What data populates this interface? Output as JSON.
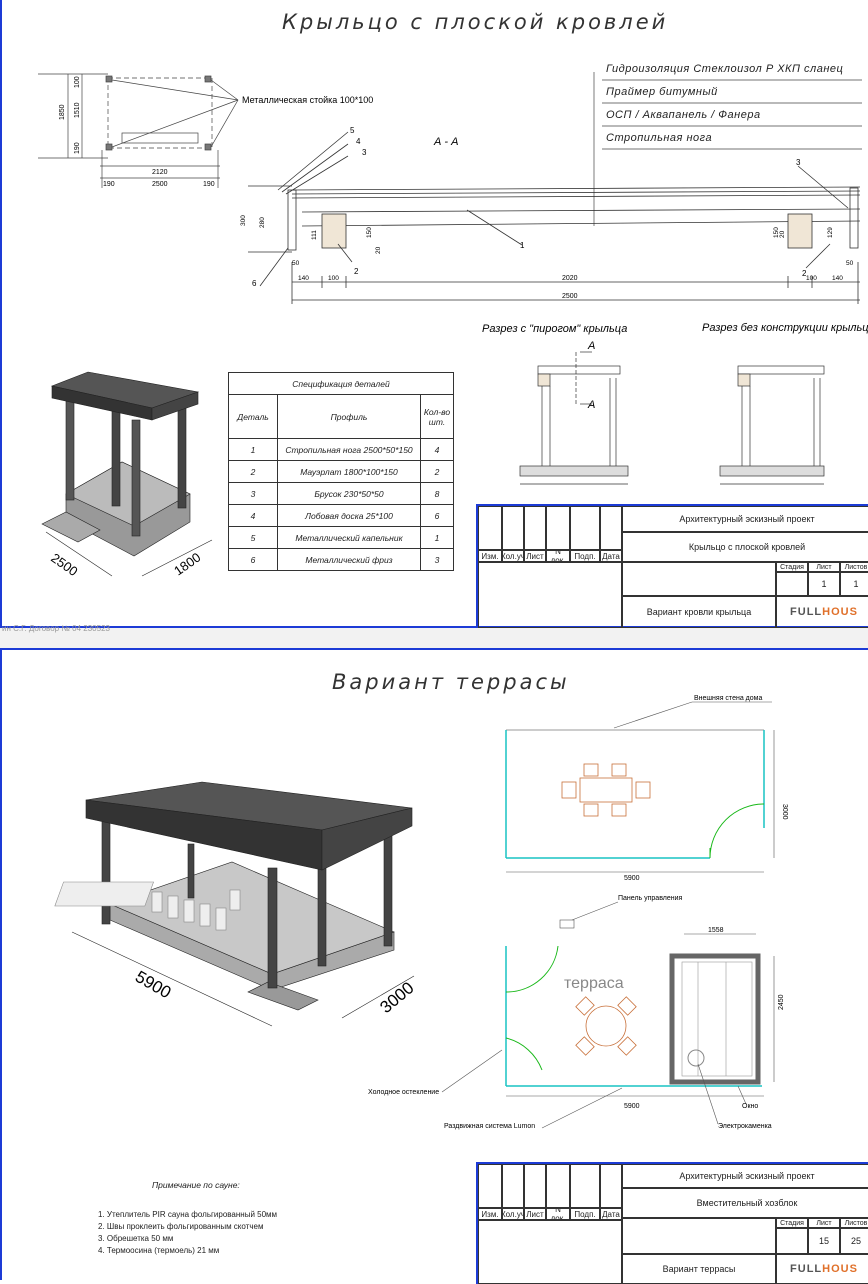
{
  "sheet1": {
    "title": "Крыльцо с плоской кровлей",
    "plan": {
      "post_label": "Металлическая стойка 100*100",
      "dims_left": [
        "1850",
        "1510",
        "100",
        "190"
      ],
      "dims_bottom": [
        "2120",
        "190",
        "2500",
        "190"
      ]
    },
    "section_label": "А - А",
    "layers": [
      "Гидроизоляция Стеклоизол Р ХКП сланец",
      "Праймер битумный",
      "ОСП / Аквапанель / Фанера",
      "Стропильная нога"
    ],
    "section_dims": {
      "bottom": [
        "50",
        "140",
        "100",
        "2020",
        "100",
        "140",
        "50",
        "2500"
      ],
      "side": [
        "300",
        "280",
        "111",
        "150",
        "20",
        "20",
        "129",
        "150"
      ],
      "callouts": [
        "1",
        "2",
        "2",
        "3",
        "3",
        "4",
        "5",
        "6"
      ]
    },
    "sub_sections": {
      "with_pie": "Разрез с \"пирогом\" крыльца",
      "without": "Разрез без конструкции крыльца",
      "mark": "А"
    },
    "iso_dims": [
      "2500",
      "1800"
    ],
    "spec": {
      "caption": "Спецификация деталей",
      "headers": [
        "Деталь",
        "Профиль",
        "Кол-во шт."
      ],
      "rows": [
        [
          "1",
          "Стропильная нога 2500*50*150",
          "4"
        ],
        [
          "2",
          "Мауэрлат 1800*100*150",
          "2"
        ],
        [
          "3",
          "Брусок 230*50*50",
          "8"
        ],
        [
          "4",
          "Лобовая доска 25*100",
          "6"
        ],
        [
          "5",
          "Металлический капельник",
          "1"
        ],
        [
          "6",
          "Металлический фриз",
          "3"
        ]
      ]
    },
    "stamp": {
      "headers": [
        "Изм.",
        "Кол.уч",
        "Лист",
        "N док.",
        "Подп.",
        "Дата"
      ],
      "project": "Архитектурный эскизный проект",
      "object": "Крыльцо с плоской кровлей",
      "stage_labels": [
        "Стадия",
        "Лист",
        "Листов"
      ],
      "stage_values": [
        "",
        "1",
        "1"
      ],
      "variant": "Вариант кровли крыльца",
      "logo_a": "FULL",
      "logo_b": "HOUS"
    },
    "contract": "ин С.Г. Договор № 04 230523"
  },
  "sheet2": {
    "title": "Вариант террасы",
    "iso_dims": [
      "5900",
      "3000"
    ],
    "plan_top": {
      "wall_label": "Внешняя стена дома",
      "width": "5900",
      "height": "3000"
    },
    "plan_bottom": {
      "panel_label": "Панель управления",
      "room_label": "терраса",
      "width": "5900",
      "sauna_w": "1558",
      "sauna_h": "2450",
      "labels": [
        "Холодное остекление",
        "Раздвижная система Lumon",
        "Окно",
        "Электрокаменка"
      ]
    },
    "note": {
      "caption": "Примечание по сауне:",
      "items": [
        "1. Утеплитель PIR сауна фольгированный 50мм",
        "2. Швы проклеить фольгированным скотчем",
        "3. Обрешетка 50 мм",
        "4. Термоосина (термоель) 21 мм"
      ]
    },
    "stamp": {
      "headers": [
        "Изм.",
        "Кол.уч",
        "Лист",
        "N док.",
        "Подп.",
        "Дата"
      ],
      "project": "Архитектурный эскизный проект",
      "object": "Вместительный хозблок",
      "stage_labels": [
        "Стадия",
        "Лист",
        "Листов"
      ],
      "stage_values": [
        "",
        "15",
        "25"
      ],
      "variant": "Вариант террасы",
      "logo_a": "FULL",
      "logo_b": "HOUS"
    }
  },
  "colors": {
    "frame": "#1d3bd6",
    "glass": "#19c3c3",
    "door": "#19b819",
    "furniture": "#c8703a",
    "logo_accent": "#e0702a"
  }
}
